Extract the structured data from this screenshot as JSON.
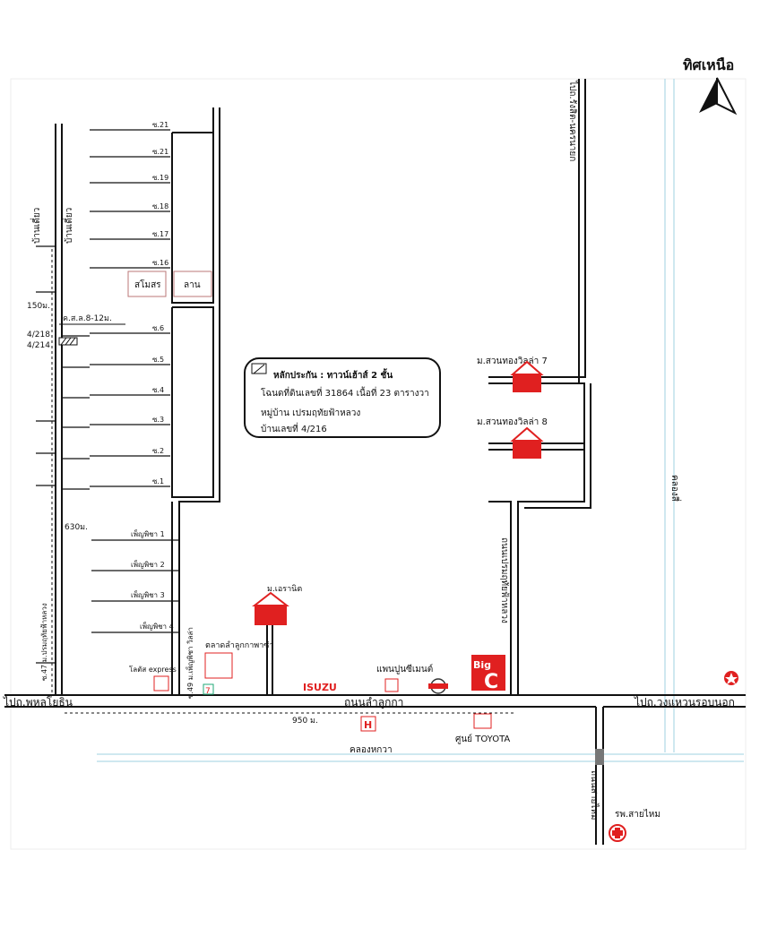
{
  "north": {
    "label": "ทิศเหนือ",
    "icon": "north-arrow-icon"
  },
  "village_road": {
    "label_left": "บ้านเดี่ยว",
    "label_right": "บ้านเดี่ยว"
  },
  "sois": [
    "ซ.21",
    "ซ.21",
    "ซ.19",
    "ซ.18",
    "ซ.17",
    "ซ.16",
    "ซ.6",
    "ซ.5",
    "ซ.4",
    "ซ.3",
    "ซ.2",
    "ซ.1"
  ],
  "facilities": {
    "clubhouse": "สโมสร",
    "plaza": "ลาน"
  },
  "distances": {
    "d150": "150ม.",
    "d630": "630ม.",
    "d950": "950 ม.",
    "bldg": "ค.ส.ล.8-12ม."
  },
  "house_numbers": [
    "4/218",
    "4/214"
  ],
  "charoen_sois": [
    "เพ็ญพิชา 1",
    "เพ็ญพิชา 2",
    "เพ็ญพิชา 3",
    "เพ็ญพิชา 4"
  ],
  "info_box": {
    "line1": "หลักประกัน : ทาวน์เฮ้าส์  2 ชั้น",
    "line2": "โฉนดที่ดินเลขที่ 31864 เนื้อที่ 23 ตารางวา",
    "line3": "หมู่บ้าน  เปรมฤทัยฟ้าหลวง",
    "line4": "บ้านเลขที่ 4/216"
  },
  "villages": {
    "v7": "ม.สวนทองวิลล่า 7",
    "v8": "ม.สวนทองวิลล่า 8",
    "aeranit": "ม.เอรานิต"
  },
  "road_labels": {
    "to_rangsit": "ไปถ.รังสิต-นครนายก",
    "khlong_si": "คลองสี่",
    "to_phahonyothin": "ไปถ.พหลโยธิน",
    "lam_luk_ka": "ถนนลำลูกกา",
    "to_ring_road": "ไปถ.วงแหวนรอบนอก",
    "khlong_hok_wa": "คลองหกวา",
    "saimai_road": "ถนนสายไหม",
    "prem_fah_luang": "ถนนเปรมฤทัยฟ้าหลวง",
    "soi47_left": "ซ.47 ม.ปรมฤทัยฟ้าหลวง",
    "soi49": "ซ.49 ม.เพ็ญพิชา วิลล่า"
  },
  "landmarks": {
    "market": "ตลาดลำลูกกาพาซ่า",
    "lotus": "โลตัส express",
    "isuzu": "ISUZU",
    "cement": "แพนปูนซีเมนต์",
    "nissan": "NISSAN",
    "bigc": "Big C",
    "toyota": "ศูนย์ TOYOTA",
    "hospital": "รพ.สายไหม"
  },
  "colors": {
    "brand_red": "#e02020",
    "canal": "#9fd0e0",
    "road": "#111111"
  }
}
